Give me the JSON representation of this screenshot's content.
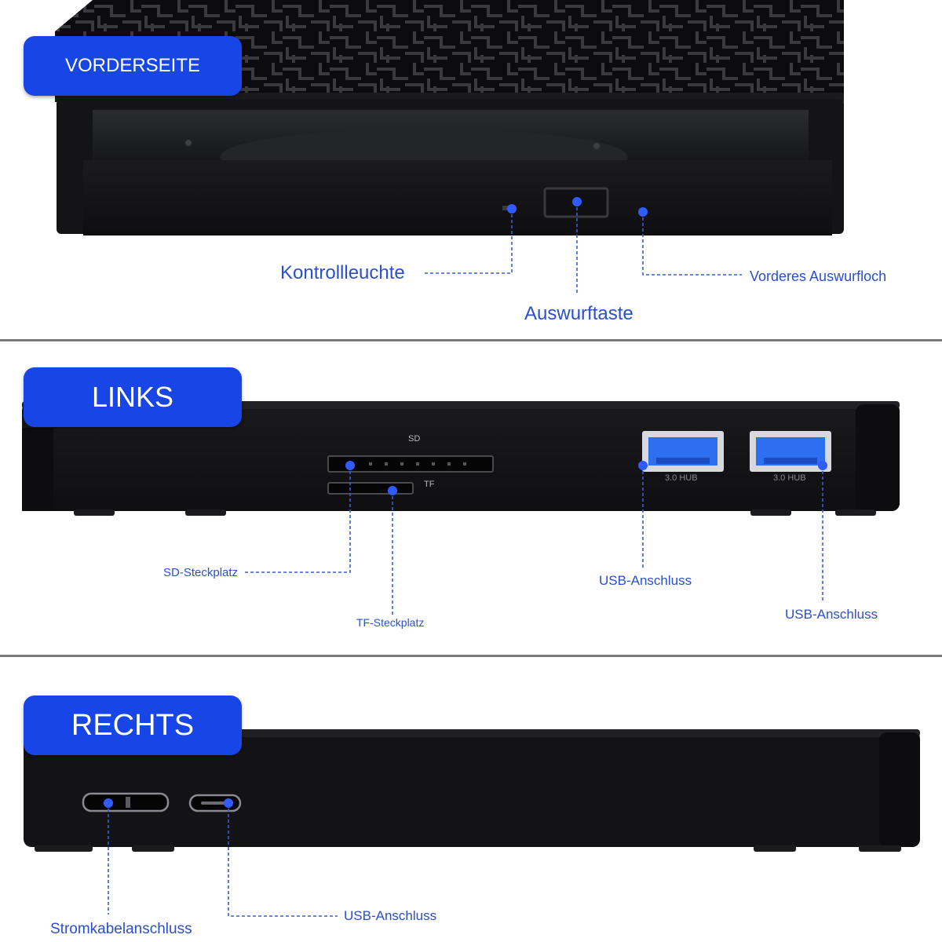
{
  "sections": {
    "front": {
      "badge": "VORDERSEITE",
      "labels": {
        "indicator": "Kontrollleuchte",
        "eject_button": "Auswurftaste",
        "eject_hole": "Vorderes Auswurfloch"
      }
    },
    "left": {
      "badge": "LINKS",
      "port_marks": {
        "sd": "SD",
        "tf": "TF",
        "hub_1": "3.0 HUB",
        "hub_2": "3.0 HUB"
      },
      "labels": {
        "sd_slot": "SD-Steckplatz",
        "tf_slot": "TF-Steckplatz",
        "usb_port_1": "USB-Anschluss",
        "usb_port_2": "USB-Anschluss"
      }
    },
    "right": {
      "badge": "RECHTS",
      "labels": {
        "power_port": "Stromkabelanschluss",
        "usb_port": "USB-Anschluss"
      }
    }
  },
  "colors": {
    "badge": "#1845e6",
    "label_text": "#2a4fcf",
    "marker_dot": "#2f5bff",
    "leader_line": "#3a5fd0",
    "device_body": "#121214",
    "usb_blue": "#2d6ff0",
    "divider": "#7a7a7a"
  }
}
